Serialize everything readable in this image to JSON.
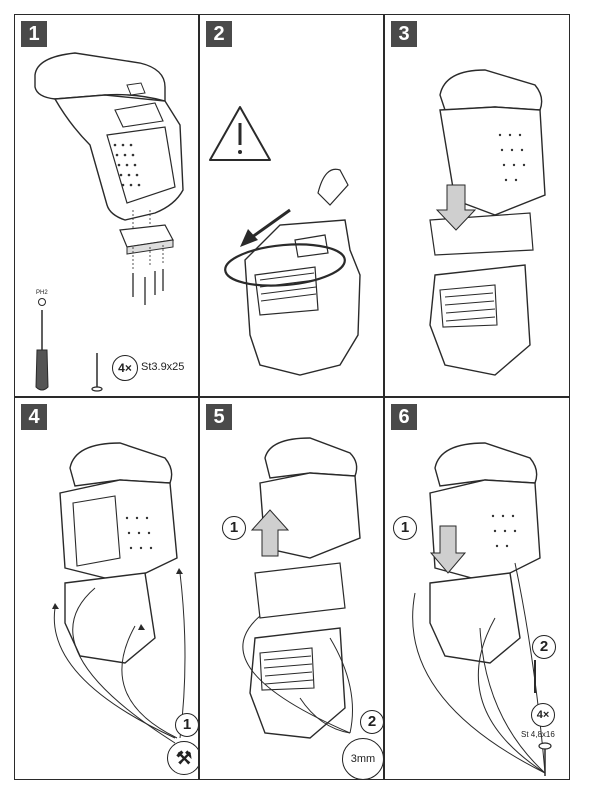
{
  "panels": [
    {
      "number": "1",
      "screwdriver_tip": "PH2",
      "screw_count": "4×",
      "screw_spec": "St3.9x25"
    },
    {
      "number": "2"
    },
    {
      "number": "3"
    },
    {
      "number": "4",
      "step_marker": "1"
    },
    {
      "number": "5",
      "step_marker_top": "1",
      "step_marker_bottom": "2",
      "drill_size": "3mm"
    },
    {
      "number": "6",
      "step_marker_top": "1",
      "step_marker_right": "2",
      "screw_count": "4×",
      "screw_spec": "St 4,8x16"
    }
  ],
  "colors": {
    "line": "#2a2a2a",
    "badge": "#4a4a4a",
    "shade": "#bdbdbd",
    "dark": "#555555"
  }
}
